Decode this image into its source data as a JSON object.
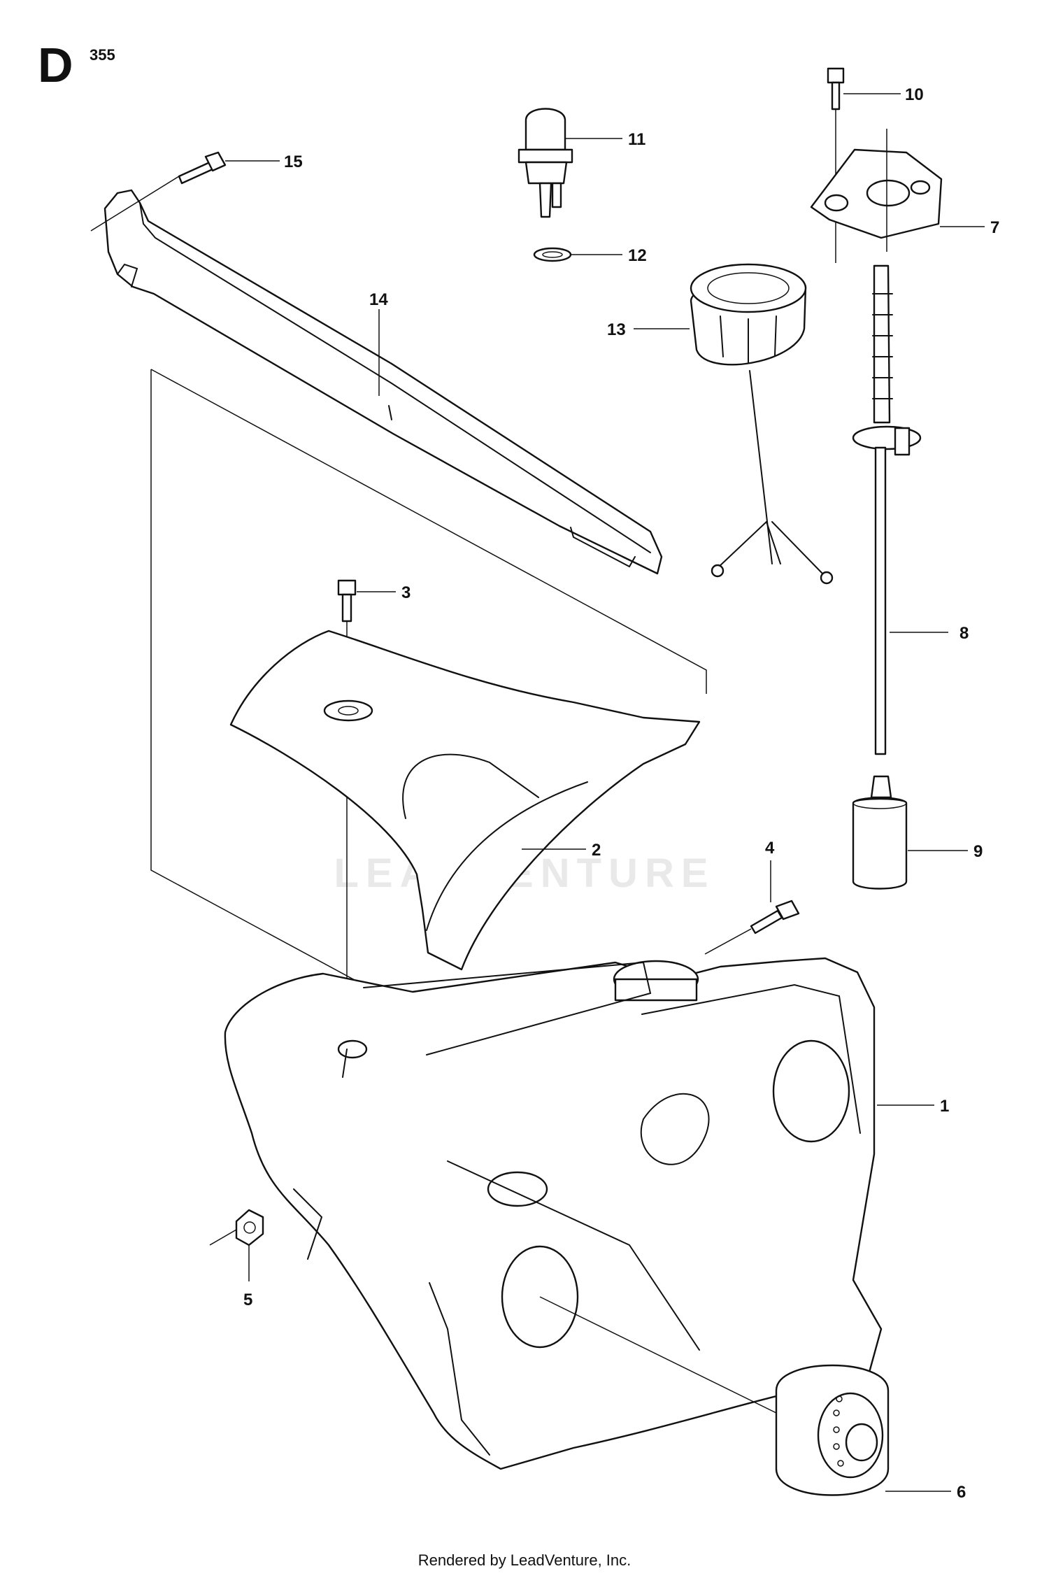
{
  "header": {
    "section": "D",
    "model": "355"
  },
  "watermark": {
    "text": "LEADVENTURE"
  },
  "footer": {
    "credit": "Rendered by LeadVenture, Inc."
  },
  "callouts": [
    {
      "id": "1",
      "label": "1"
    },
    {
      "id": "2",
      "label": "2"
    },
    {
      "id": "3",
      "label": "3"
    },
    {
      "id": "4",
      "label": "4"
    },
    {
      "id": "5",
      "label": "5"
    },
    {
      "id": "6",
      "label": "6"
    },
    {
      "id": "7",
      "label": "7"
    },
    {
      "id": "8",
      "label": "8"
    },
    {
      "id": "9",
      "label": "9"
    },
    {
      "id": "10",
      "label": "10"
    },
    {
      "id": "11",
      "label": "11"
    },
    {
      "id": "12",
      "label": "12"
    },
    {
      "id": "13",
      "label": "13"
    },
    {
      "id": "14",
      "label": "14"
    },
    {
      "id": "15",
      "label": "15"
    }
  ],
  "colors": {
    "line": "#111111",
    "background": "#ffffff",
    "watermark": "#e9e9e9"
  }
}
